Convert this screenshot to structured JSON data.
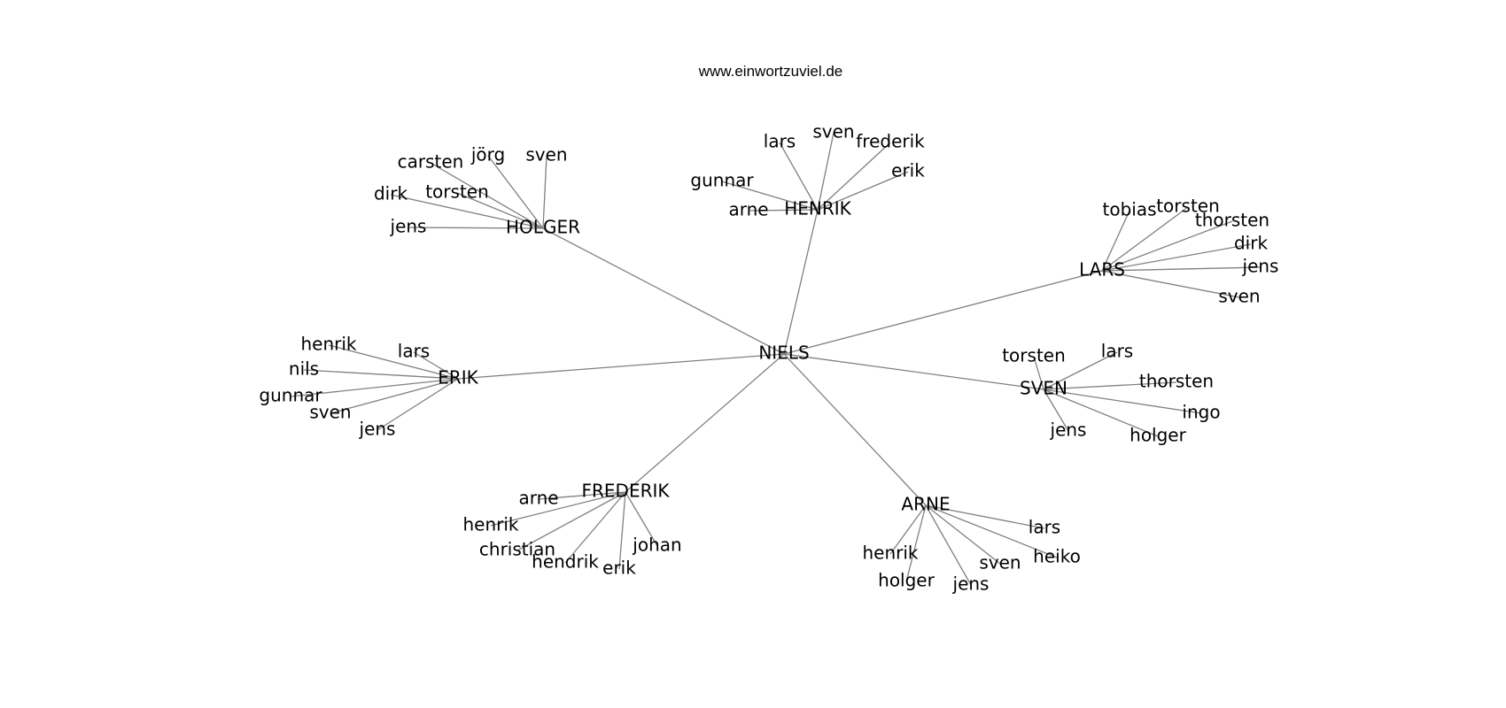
{
  "header": {
    "url": "www.einwortzuviel.de"
  },
  "graph": {
    "edge_color": "#808080",
    "root": "NIELS",
    "hubs": [
      {
        "label": "HOLGER",
        "leaves": [
          "carsten",
          "jörg",
          "sven",
          "dirk",
          "torsten",
          "jens"
        ]
      },
      {
        "label": "HENRIK",
        "leaves": [
          "lars",
          "sven",
          "frederik",
          "erik",
          "gunnar",
          "arne"
        ]
      },
      {
        "label": "LARS",
        "leaves": [
          "tobias",
          "torsten",
          "thorsten",
          "dirk",
          "jens",
          "sven"
        ]
      },
      {
        "label": "ERIK",
        "leaves": [
          "henrik",
          "lars",
          "nils",
          "gunnar",
          "sven",
          "jens"
        ]
      },
      {
        "label": "SVEN",
        "leaves": [
          "torsten",
          "lars",
          "thorsten",
          "ingo",
          "jens",
          "holger"
        ]
      },
      {
        "label": "FREDERIK",
        "leaves": [
          "arne",
          "henrik",
          "christian",
          "hendrik",
          "erik",
          "johan"
        ]
      },
      {
        "label": "ARNE",
        "leaves": [
          "lars",
          "heiko",
          "sven",
          "jens",
          "holger",
          "henrik"
        ]
      }
    ]
  }
}
